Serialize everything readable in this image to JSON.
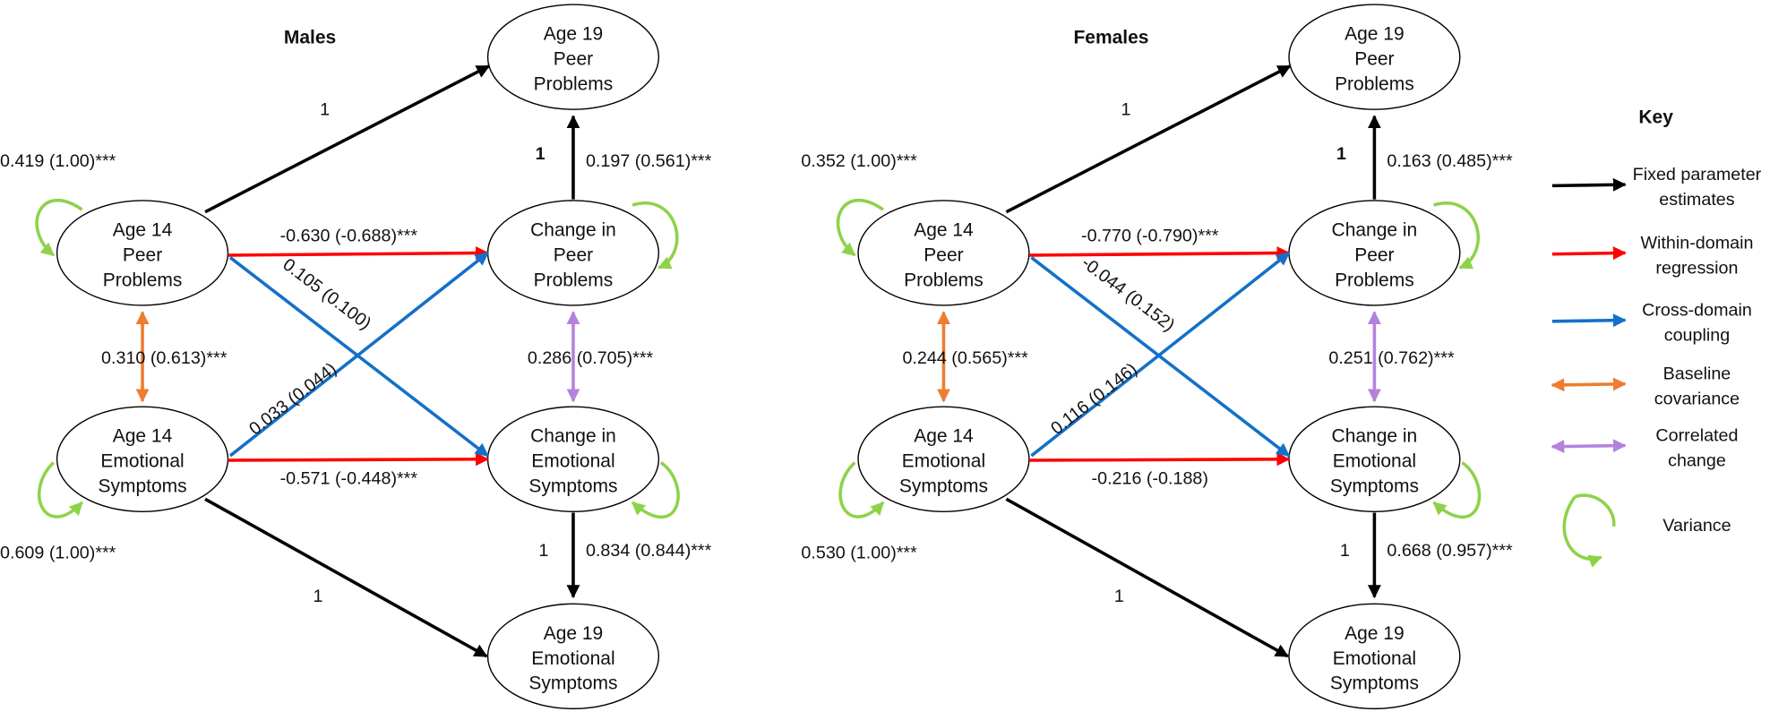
{
  "panels": [
    {
      "title": "Males",
      "nodes": {
        "age14_peer": [
          "Age 14",
          "Peer",
          "Problems"
        ],
        "age14_emo": [
          "Age 14",
          "Emotional",
          "Symptoms"
        ],
        "change_peer": [
          "Change in",
          "Peer",
          "Problems"
        ],
        "change_emo": [
          "Change in",
          "Emotional",
          "Symptoms"
        ],
        "age19_peer": [
          "Age 19",
          "Peer",
          "Problems"
        ],
        "age19_emo": [
          "Age 19",
          "Emotional",
          "Symptoms"
        ]
      },
      "labels": {
        "var_peer14": "0.419 (1.00)***",
        "var_emo14": "0.609 (1.00)***",
        "var_change_peer": "0.197 (0.561)***",
        "var_change_emo": "0.834 (0.844)***",
        "fixed_peer_top": "1",
        "fixed_peer_vertical": "1",
        "fixed_emo_bottom": "1",
        "fixed_emo_vertical": "1",
        "within_peer": "-0.630 (-0.688)***",
        "within_emo": "-0.571 (-0.448)***",
        "cross_peer_to_emo": "0.105 (0.100)",
        "cross_emo_to_peer": "0.033 (0.044)",
        "baseline_cov": "0.310 (0.613)***",
        "corr_change": "0.286 (0.705)***"
      }
    },
    {
      "title": "Females",
      "nodes": {
        "age14_peer": [
          "Age 14",
          "Peer",
          "Problems"
        ],
        "age14_emo": [
          "Age 14",
          "Emotional",
          "Symptoms"
        ],
        "change_peer": [
          "Change in",
          "Peer",
          "Problems"
        ],
        "change_emo": [
          "Change in",
          "Emotional",
          "Symptoms"
        ],
        "age19_peer": [
          "Age 19",
          "Peer",
          "Problems"
        ],
        "age19_emo": [
          "Age 19",
          "Emotional",
          "Symptoms"
        ]
      },
      "labels": {
        "var_peer14": "0.352 (1.00)***",
        "var_emo14": "0.530 (1.00)***",
        "var_change_peer": "0.163 (0.485)***",
        "var_change_emo": "0.668 (0.957)***",
        "fixed_peer_top": "1",
        "fixed_peer_vertical": "1",
        "fixed_emo_bottom": "1",
        "fixed_emo_vertical": "1",
        "within_peer": "-0.770 (-0.790)***",
        "within_emo": "-0.216 (-0.188)",
        "cross_peer_to_emo": "-0.044 (0.152)",
        "cross_emo_to_peer": "0.116 (0.146)",
        "baseline_cov": "0.244 (0.565)***",
        "corr_change": "0.251 (0.762)***"
      }
    }
  ],
  "key": {
    "title": "Key",
    "items": [
      {
        "lines": [
          "Fixed parameter",
          "estimates"
        ],
        "color": "#000000"
      },
      {
        "lines": [
          "Within-domain",
          "regression"
        ],
        "color": "#ff0000"
      },
      {
        "lines": [
          "Cross-domain",
          "coupling"
        ],
        "color": "#1470c8"
      },
      {
        "lines": [
          "Baseline",
          "covariance"
        ],
        "color": "#ed7d31"
      },
      {
        "lines": [
          "Correlated",
          "change"
        ],
        "color": "#b482dc"
      },
      {
        "lines": [
          "Variance"
        ],
        "color": "#8ed24a"
      }
    ]
  },
  "colors": {
    "fixed": "#000000",
    "within": "#ff0000",
    "cross": "#1470c8",
    "baseline": "#ed7d31",
    "correlated": "#b482dc",
    "variance": "#8ed24a"
  }
}
